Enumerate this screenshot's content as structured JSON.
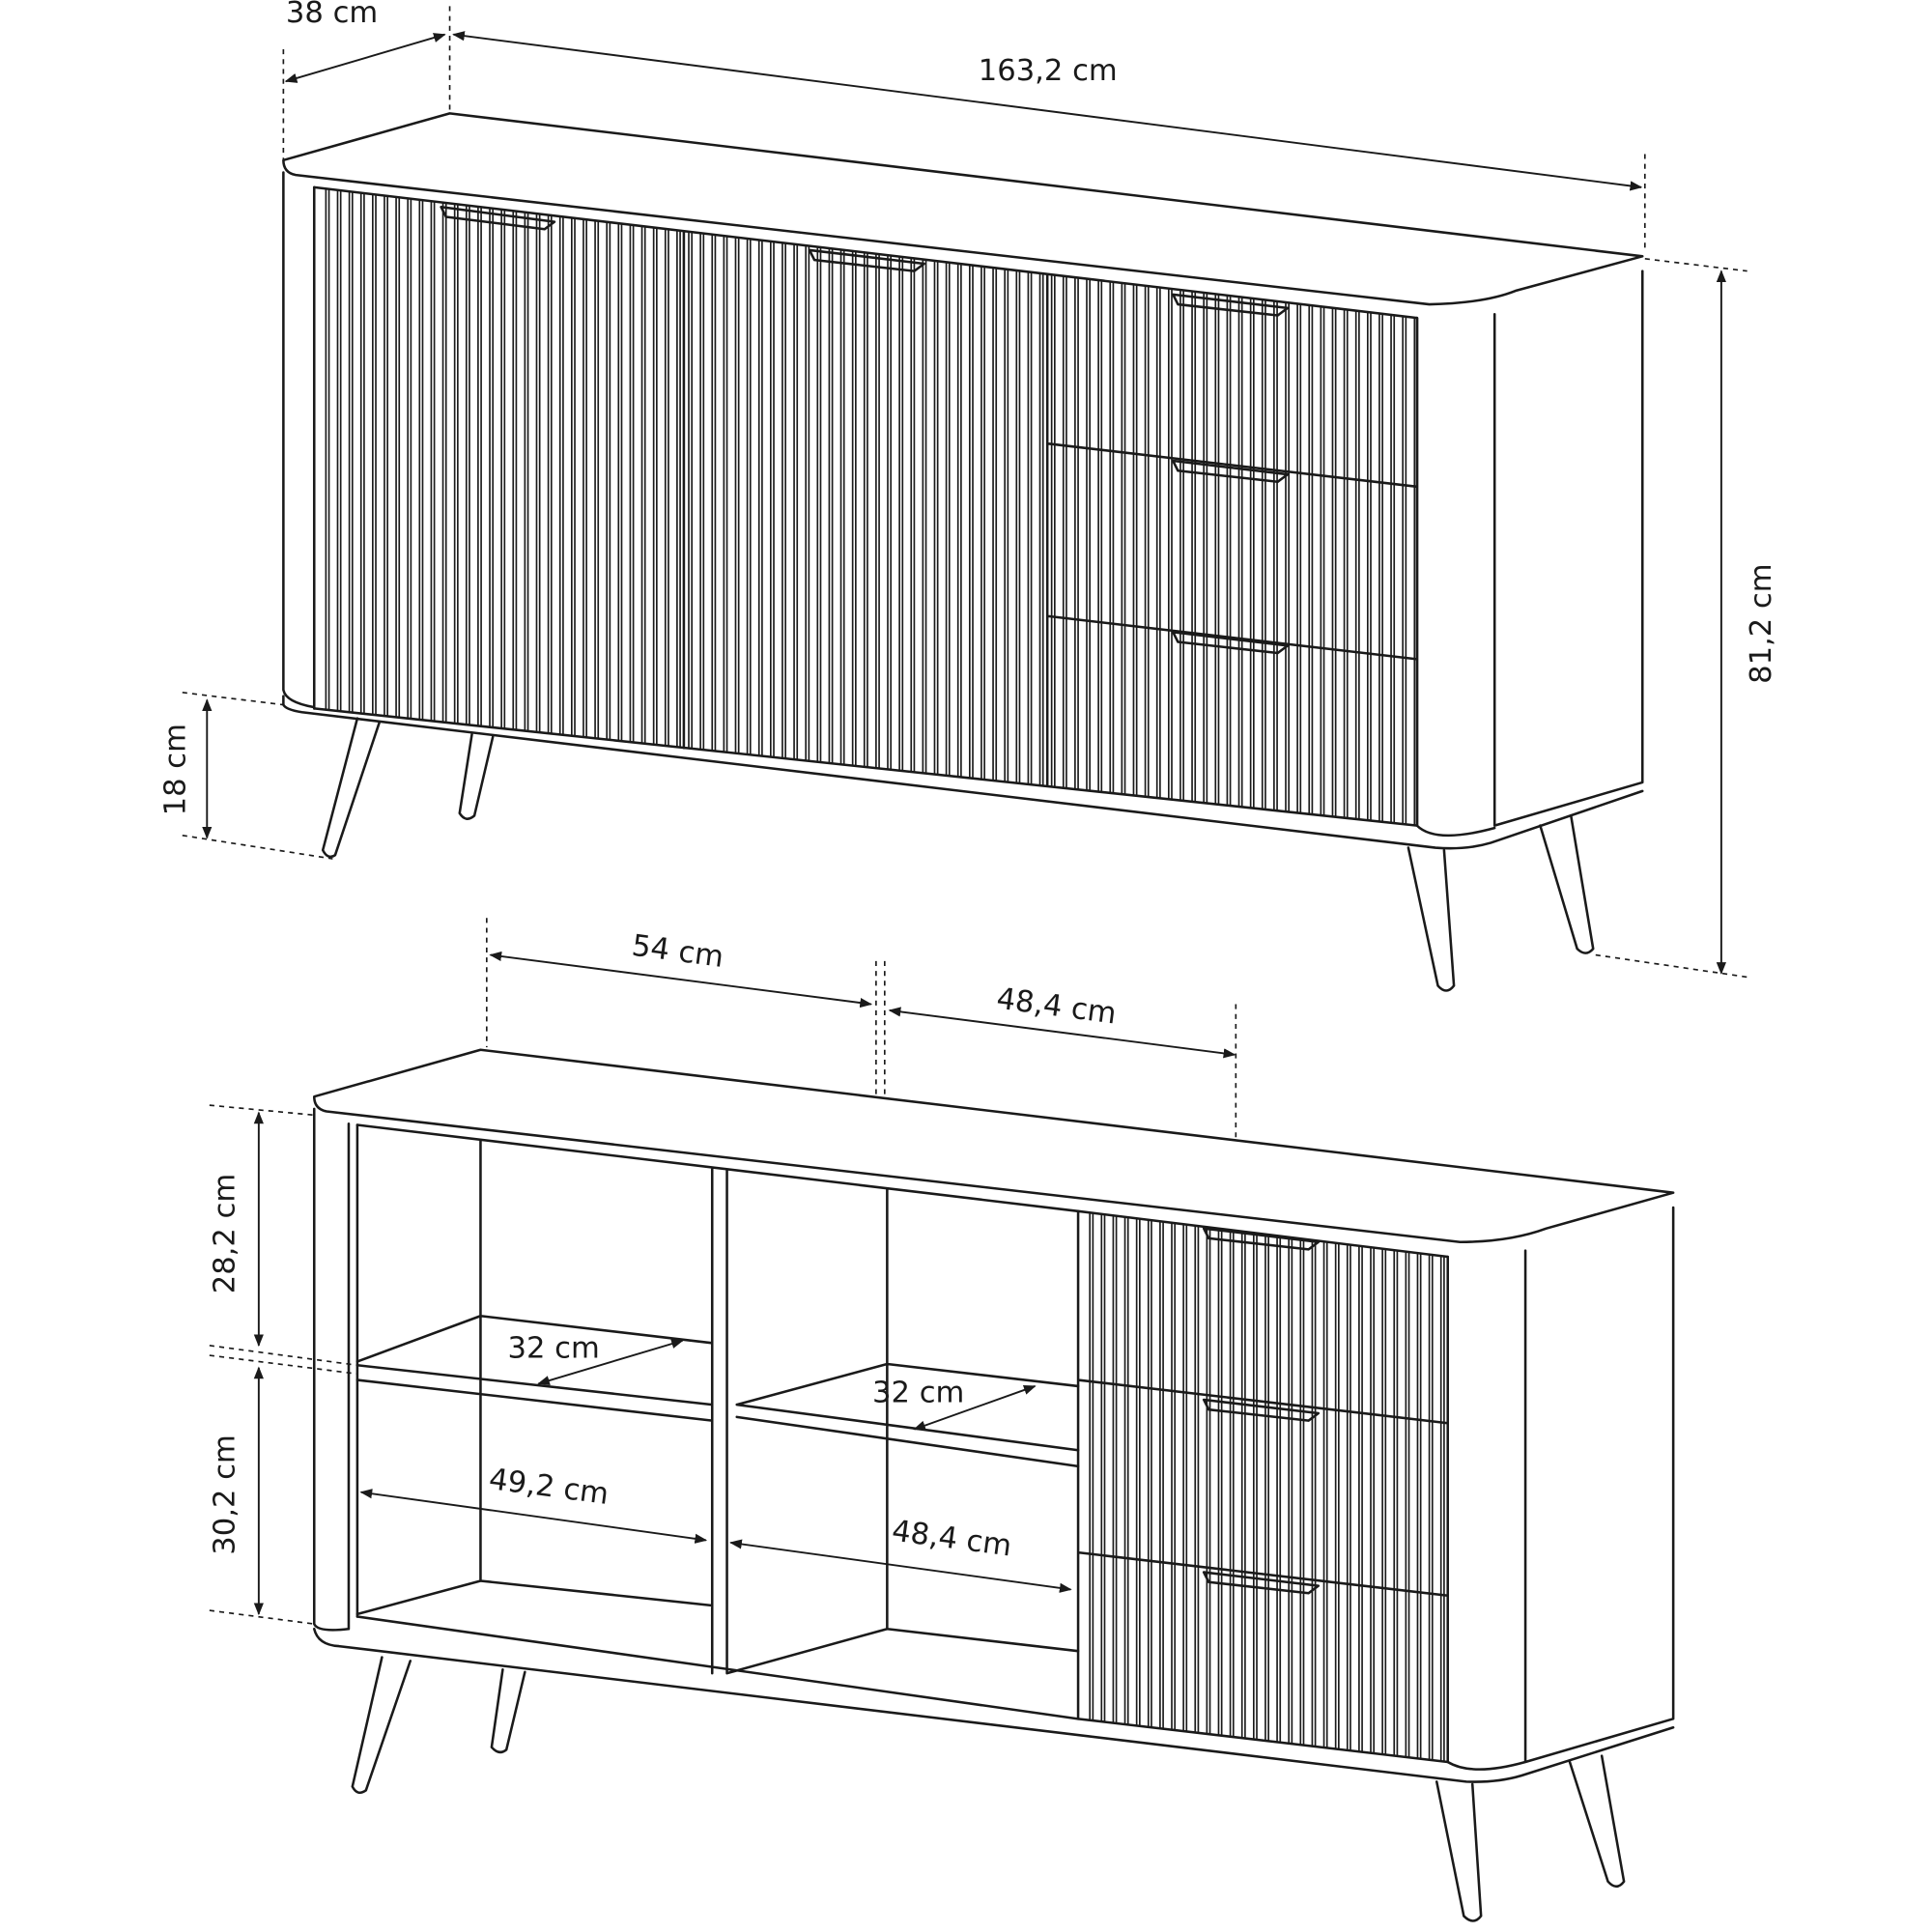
{
  "title": "Sideboard dimension drawing",
  "top_view": {
    "dimensions": {
      "depth": "38 cm",
      "width": "163,2 cm",
      "height": "81,2 cm",
      "leg_height": "18 cm"
    }
  },
  "bottom_view": {
    "dimensions": {
      "left_compartment_width": "54 cm",
      "right_compartment_width": "48,4 cm",
      "upper_compartment_height": "28,2 cm",
      "lower_compartment_height": "30,2 cm",
      "left_shelf_depth": "32 cm",
      "middle_shelf_depth": "32 cm",
      "left_inner_width": "49,2 cm",
      "middle_inner_width": "48,4 cm"
    }
  }
}
